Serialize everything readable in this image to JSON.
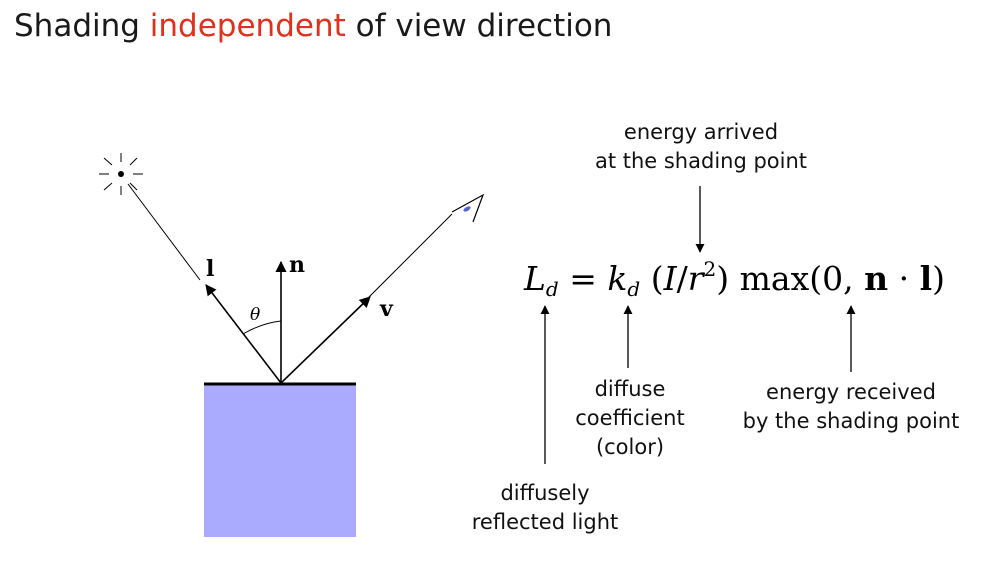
{
  "title": {
    "before": "Shading ",
    "highlight": "independent",
    "after": " of view direction"
  },
  "colors": {
    "highlight": "#e0301e",
    "surface_fill": "#aaaaff",
    "ink": "#000000"
  },
  "diagram": {
    "vectors": {
      "light": "l",
      "normal": "n",
      "view": "v"
    },
    "angle_label": "θ",
    "icons": [
      "light-source-icon",
      "eye-icon"
    ]
  },
  "equation": {
    "L": "L",
    "L_sub": "d",
    "eq": "=",
    "k": "k",
    "k_sub": "d",
    "paren_open": "(",
    "I": "I",
    "slash": "/",
    "r": "r",
    "r_sup": "2",
    "paren_close": ")",
    "max": "max",
    "max_args_open": "(0, ",
    "n": "n",
    "dot": " · ",
    "l": "l",
    "max_args_close": ")"
  },
  "annotations": {
    "energy_arrived": [
      "energy arrived",
      "at the shading point"
    ],
    "diffuse_coef": [
      "diffuse",
      "coefficient",
      "(color)"
    ],
    "energy_received": [
      "energy received",
      "by the shading point"
    ],
    "diffusely_reflected": [
      "diffusely",
      "reflected light"
    ]
  }
}
